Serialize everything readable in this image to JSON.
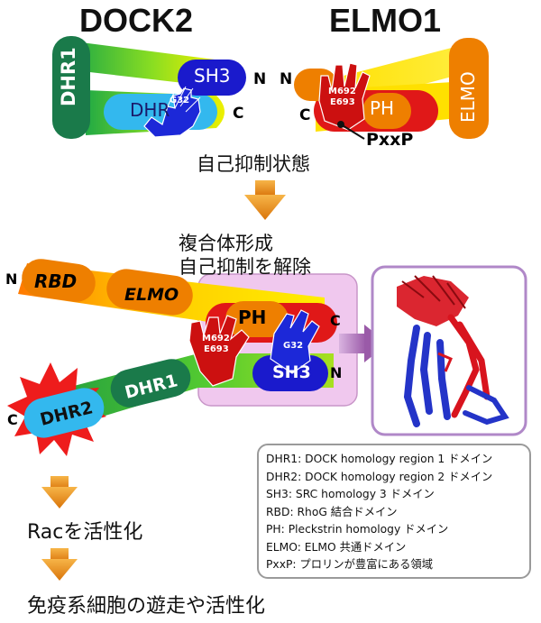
{
  "titles": {
    "dock2": "DOCK2",
    "elmo1": "ELMO1"
  },
  "top": {
    "dhr1": "DHR1",
    "sh3": "SH3",
    "dhr2_partial": "DHR",
    "elmo": "ELMO",
    "ph": "PH",
    "g32": "G32",
    "m692": "M692",
    "e693": "E693",
    "n_dock": "N",
    "c_dock": "C",
    "n_elmo": "N",
    "c_elmo": "C",
    "pxxp": "PxxP"
  },
  "state_autoinhibited": "自己抑制状態",
  "complex_lines": [
    "複合体形成",
    "自己抑制を解除"
  ],
  "bottom": {
    "rbd": "RBD",
    "elmo": "ELMO",
    "ph": "PH",
    "sh3": "SH3",
    "dhr1": "DHR1",
    "dhr2": "DHR2",
    "m692": "M692",
    "e693": "E693",
    "g32": "G32",
    "n_top": "N",
    "c_right": "C",
    "n_right": "N",
    "c_left": "C"
  },
  "outcomes": [
    "Racを活性化",
    "免疫系細胞の遊走や活性化"
  ],
  "legend": [
    "DHR1: DOCK homology region 1 ドメイン",
    "DHR2: DOCK homology region 2 ドメイン",
    "SH3: SRC homology 3 ドメイン",
    "RBD: RhoG 結合ドメイン",
    "PH: Pleckstrin homology ドメイン",
    "ELMO: ELMO 共通ドメイン",
    "PxxP: プロリンが豊富にある領域"
  ],
  "colors": {
    "dhr1": "#1a7a4a",
    "sh3": "#1a1acc",
    "dhr2": "#33b8ee",
    "ph": "#ee7f00",
    "elmo": "#ee7f00",
    "red_region": "#e01818",
    "arrow": "#e88a10",
    "complex_box": "#f0c8ee"
  }
}
